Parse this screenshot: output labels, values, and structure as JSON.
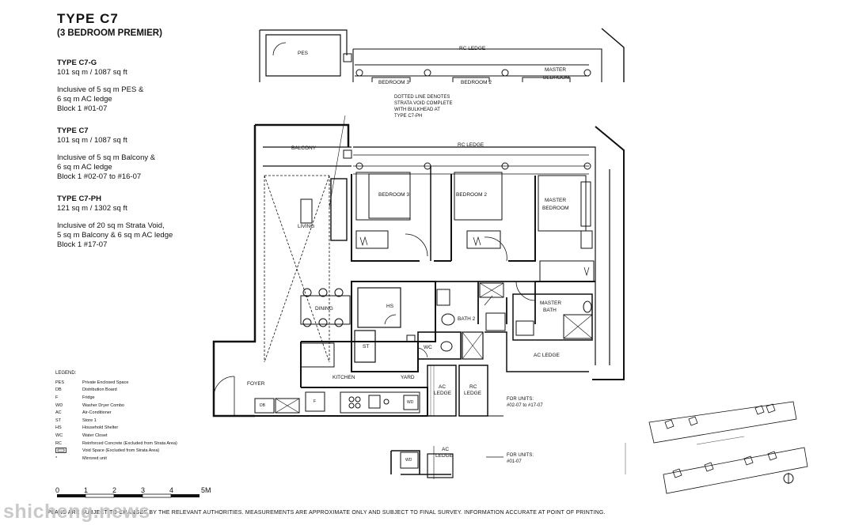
{
  "header": {
    "title": "TYPE  C7",
    "subtitle": "(3 BEDROOM PREMIER)"
  },
  "units": [
    {
      "name": "TYPE C7-G",
      "area": "101 sq m / 1087 sq ft",
      "lines": [
        "Inclusive of 5 sq m PES &",
        "6 sq m AC ledge",
        "Block 1 #01-07"
      ]
    },
    {
      "name": "TYPE C7",
      "area": "101 sq m / 1087 sq ft",
      "lines": [
        "Inclusive of 5 sq m Balcony &",
        "6 sq m AC ledge",
        "Block 1 #02-07 to #16-07"
      ]
    },
    {
      "name": "TYPE C7-PH",
      "area": "121 sq m / 1302 sq ft",
      "lines": [
        "Inclusive of 20 sq m Strata Void,",
        "5 sq m Balcony & 6 sq m AC ledge",
        "Block 1 #17-07"
      ]
    }
  ],
  "legend": {
    "title": "LEGEND:",
    "items": [
      {
        "key": "PES",
        "value": "Private Enclosed Space"
      },
      {
        "key": "DB",
        "value": "Distribution Board"
      },
      {
        "key": "F",
        "value": "Fridge"
      },
      {
        "key": "WD",
        "value": "Washer Dryer Combo"
      },
      {
        "key": "AC",
        "value": "Air-Conditioner"
      },
      {
        "key": "ST",
        "value": "Store 1"
      },
      {
        "key": "HS",
        "value": "Household Shelter"
      },
      {
        "key": "WC",
        "value": "Water Closet"
      },
      {
        "key": "RC",
        "value": "Reinforced Concrete (Excluded from Strata Area)"
      },
      {
        "key": "",
        "value": "Void Space (Excluded from Strata Area)"
      },
      {
        "key": "*",
        "value": "Mirrored unit"
      }
    ]
  },
  "scale": {
    "labels": [
      "0",
      "1",
      "2",
      "3",
      "4",
      "5M"
    ]
  },
  "disclaimer": "PLANS ARE SUBJECT TO CHANGES BY THE RELEVANT AUTHORITIES. MEASUREMENTS ARE APPROXIMATE ONLY AND SUBJECT TO FINAL SURVEY. INFORMATION ACCURATE AT POINT OF PRINTING.",
  "watermark": "shicheng.news",
  "plan": {
    "pes": "PES",
    "rc_ledge_top": "RC LEDGE",
    "bedroom3_top": "BEDROOM 3",
    "bedroom2_top": "BEDROOM 2",
    "master_top_1": "MASTER",
    "master_top_2": "BEDROOM",
    "void_note": [
      "DOTTED LINE DENOTES",
      "STRATA VOID COMPLETE",
      "WITH BULKHEAD AT",
      "TYPE C7-PH"
    ],
    "balcony": "BALCONY",
    "rc_ledge_mid": "RC LEDGE",
    "bedroom3": "BEDROOM 3",
    "bedroom2": "BEDROOM 2",
    "master_1": "MASTER",
    "master_2": "BEDROOM",
    "living": "LIVING",
    "dining": "DINING",
    "hs": "HS",
    "bath2": "BATH 2",
    "master_bath_1": "MASTER",
    "master_bath_2": "BATH",
    "st": "ST",
    "wc": "WC",
    "ac_ledge_right": "AC LEDGE",
    "foyer": "FOYER",
    "kitchen": "KITCHEN",
    "yard": "YARD",
    "ac_ledge_1": "AC",
    "ac_ledge_2": "LEDGE",
    "rc_ledge_1": "RC",
    "rc_ledge_2": "LEDGE",
    "db": "DB",
    "f": "F",
    "wd": "WD",
    "for_units_1": "FOR UNITS:",
    "for_units_1b": "#02-07 to #17-07",
    "wd2": "WD",
    "ac_ledge_b1": "AC",
    "ac_ledge_b2": "LEDGE",
    "for_units_2": "FOR UNITS:",
    "for_units_2b": "#01-07"
  }
}
